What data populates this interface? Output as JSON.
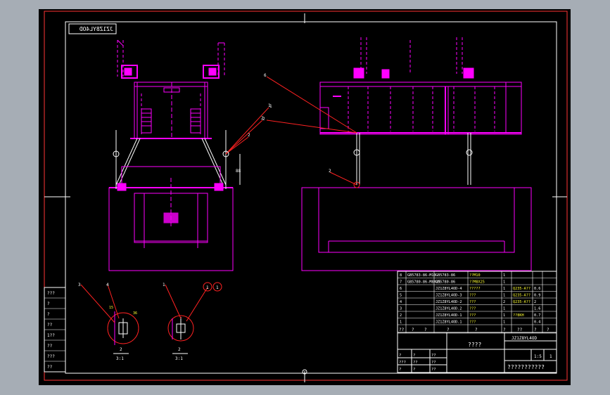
{
  "drawing": {
    "drawing_code": "JZ1Z8YL4OD",
    "colors": {
      "background": "#000000",
      "frame": "#ffffff",
      "outline": "#ff00ff",
      "leader": "#ff0000",
      "text": "#ffffff",
      "text_alt": "#ffff33",
      "green": "#00ff00"
    }
  },
  "callouts": {
    "front": [
      "1",
      "2",
      "2"
    ],
    "side": [
      "6",
      "1",
      "2",
      "2"
    ],
    "detail_left": [
      "3",
      "4",
      "15",
      "36"
    ],
    "detail_right": [
      "1",
      "1",
      "1"
    ]
  },
  "details": {
    "left_label": "2",
    "left_scale": "3:1",
    "right_label": "2",
    "right_scale": "3:1"
  },
  "left_column": [
    "???",
    "?",
    "?",
    "??",
    "1??",
    "??",
    "???",
    "??"
  ],
  "bom_rows": [
    {
      "no": "8",
      "code": "GB5783-86-M10",
      "name": "GB5783-86",
      "spec": "??M10",
      "qty": "1",
      "mat": "",
      "note": ""
    },
    {
      "no": "7",
      "code": "GB5780-86-M8X25",
      "name": "GB5780-86",
      "spec": "??M8X25",
      "qty": "1",
      "mat": "",
      "note": ""
    },
    {
      "no": "6",
      "code": "",
      "name": "JZ1Z8YL4OD-4",
      "spec": "?????",
      "qty": "1",
      "mat": "Q235-A??",
      "note": "0.6"
    },
    {
      "no": "5",
      "code": "",
      "name": "JZ1Z8YL4OD-3",
      "spec": "???",
      "qty": "1",
      "mat": "Q235-A??",
      "note": "0.9"
    },
    {
      "no": "4",
      "code": "",
      "name": "JZ1Z8YL4OD-2",
      "spec": "???",
      "qty": "2",
      "mat": "Q235-A??",
      "note": "2"
    },
    {
      "no": "3",
      "code": "",
      "name": "JZ1Z8YL4OD.2",
      "spec": "???",
      "qty": "1",
      "mat": "",
      "note": "1.6"
    },
    {
      "no": "2",
      "code": "",
      "name": "JZ1Z8YL4OD-1",
      "spec": "???",
      "qty": "1",
      "mat": "??8KH",
      "note": "0.7"
    },
    {
      "no": "1",
      "code": "",
      "name": "JZ1Z8YL4OD.1",
      "spec": "???",
      "qty": "1",
      "mat": "",
      "note": "0.4"
    }
  ],
  "bom_header": [
    "??",
    "?",
    "?",
    "?",
    "?",
    "?",
    "??",
    "?",
    "?"
  ],
  "title_block": {
    "design_name": "????",
    "drawing_code": "JZ1Z8YL4OD",
    "scale": "1:5",
    "sheet": "1",
    "company": "???????????",
    "labels": [
      "?",
      "?",
      "??",
      "???",
      "??",
      "??",
      "?",
      "?",
      "??"
    ]
  }
}
